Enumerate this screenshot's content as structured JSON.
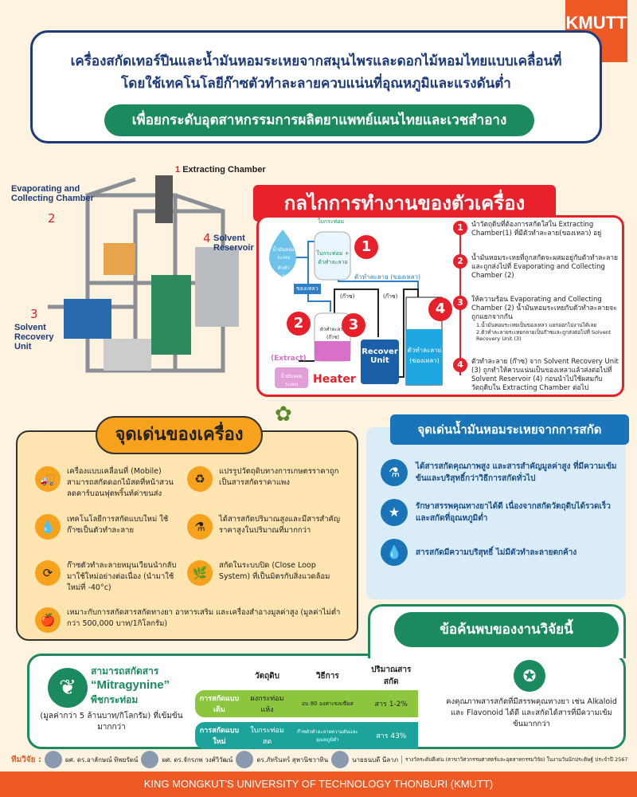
{
  "logo": "KMUTT",
  "title": {
    "line1": "เครื่องสกัดเทอร์ปีนและน้ำมันหอมระเหยจากสมุนไพรและดอกไม้หอมไทยแบบเคลื่อนที่",
    "line2": "โดยใช้เทคโนโลยีก๊าซตัวทำละลายควบแน่นที่อุณหภูมิและแรงดันต่ำ",
    "subtitle": "เพื่อยกระดับอุตสาหกรรมการผลิตยาแพทย์แผนไทยและเวชสำอาง"
  },
  "machine": {
    "labels": [
      {
        "n": "1",
        "text": "Extracting Chamber"
      },
      {
        "n": "2",
        "text": "Evaporating and Collecting Chamber"
      },
      {
        "n": "3",
        "text": "Solvent Recovery Unit"
      },
      {
        "n": "4",
        "text": "Solvent Reservoir"
      }
    ]
  },
  "mechanism": {
    "title": "กลไกการทำงานของตัวเครื่อง",
    "diagram": {
      "leaf": "ใบกระท่อม",
      "chamber1": "ใบกระท่อม + ตัวทำละลาย",
      "drop_top": "น้ำมันหอมระเหย",
      "drop_bottom": "ตัวทำละลาย",
      "liquid": "ของเหลว",
      "solvent_liquid": "ตัวทำละลาย (ของเหลว)",
      "gas": "(ก๊าซ)",
      "chamber2": "ตัวทำละลาย (ก๊าซ)",
      "extract": "(Extract)",
      "extract_sub": "น้ำมันหอมระเหย",
      "heater": "Heater",
      "recover": "Recover Unit",
      "reservoir": "ตัวทำละลาย (ของเหลว)"
    },
    "steps": [
      {
        "n": "1",
        "text": "นำวัตถุดิบที่ต้องการสกัดใส่ใน Extracting Chamber(1) ที่มีตัวทำละลาย(ของเหลว) อยู่"
      },
      {
        "n": "2",
        "text": "น้ำมันหอมระเหยที่ถูกสกัดจะผสมอยู่กับตัวทำละลายและถูกส่งไปที่ Evaporating and Collecting Chamber (2)"
      },
      {
        "n": "3",
        "text": "ให้ความร้อน Evaporating and Collecting Chamber (2) น้ำมันหอมระเหยกับตัวทำละลายจะถูกแยกจากกัน",
        "sub1": "1.น้ำมันหอมระเหยเป็นของเหลว แยกออกไปงานได้เลย",
        "sub2": "2.ตัวทำละลายระเหยกลายเป็นก๊าซและถูกส่งต่อไปที่ Solvent Recovery Unit (3)"
      },
      {
        "n": "4",
        "text": "ตัวทำละลาย (ก๊าซ) จาก Solvent Recovery Unit (3) ถูกทำให้ควบแน่นเป็นของเหลวแล้วส่งต่อไปที่ Solvent Reservoir (4) ก่อนนำไปใช้ผสมกับวัตถุดิบใน Extracting Chamber ต่อไป"
      }
    ]
  },
  "features": {
    "title": "จุดเด่นของเครื่อง",
    "items": [
      {
        "icon": "truck-icon",
        "text": "เครื่องแบบเคลื่อนที่ (Mobile) สามารถสกัดดอกไม้สดที่หน้าสวน ลดคาร์บอนฟุตพริ้นท์ค่าขนส่ง"
      },
      {
        "icon": "recycle-crop-icon",
        "text": "แปรรูปวัตถุดิบทางการเกษตรราคาถูก เป็นสารสกัดราคาแพง"
      },
      {
        "icon": "water-drop-icon",
        "text": "เทคโนโลยีการสกัดแบบใหม่ ใช้ก๊าซเป็นตัวทำละลาย"
      },
      {
        "icon": "flask-icon",
        "text": "ได้สารสกัดปริมาณสูงและมีสารสำคัญ ราคาสูงในปริมาณที่มากกว่า"
      },
      {
        "icon": "cycle-arrows-icon",
        "text": "ก๊าซตัวทำละลายหมุนเวียนนำกลับมาใช้ใหม่อย่างต่อเนื่อง (นำมาใช้ใหม่ที่ -40°c)"
      },
      {
        "icon": "eco-loop-icon",
        "text": "สกัดในระบบปิด (Close Loop System) ที่เป็นมิตรกับสิ่งแวดล้อม"
      },
      {
        "icon": "products-icon",
        "text": "เหมาะกับการสกัดสารสกัดทางยา อาหารเสริม และเครื่องสำอางมูลค่าสูง (มูลค่าไม่ต่ำกว่า 500,000 บาท/1กิโลกรัม)"
      }
    ]
  },
  "oil": {
    "title": "จุดเด่นน้ำมันหอมระเหยจากการสกัด",
    "items": [
      {
        "text": "ได้สารสกัดคุณภาพสูง และสารสำคัญมูลค่าสูง ที่มีความเข้มข้นและบริสุทธิ์กว่าวิธีการสกัดทั่วไป"
      },
      {
        "text": "รักษาสรรพคุณทางยาได้ดี เนื่องจากสกัดวัตถุดิบได้รวดเร็ว และสกัดที่อุณหภูมิต่ำ"
      },
      {
        "text": "สารสกัดมีความบริสุทธิ์ ไม่มีตัวทำละลายตกค้าง"
      }
    ]
  },
  "findings": {
    "title": "ข้อค้นพบของงานวิจัยนี้",
    "line1": "สามารถสกัดสาร",
    "compound": "“Mitragynine”",
    "plant": "พืชกระท่อม",
    "value": "(มูลค่ากว่า 5 ล้านบาท/กิโลกรัม) ที่เข้มข้นมากกว่า",
    "table": {
      "headers": [
        "วัตถุดิบ",
        "วิธีการ",
        "ปริมาณสารสกัด"
      ],
      "rows": [
        {
          "label": "การสกัดแบบเดิม",
          "cells": [
            "ผงกระท่อมแห้ง",
            "อบ 80 องศาเซลเซียส",
            "สาร 1-2%"
          ],
          "color": "#8cc63f"
        },
        {
          "label": "การสกัดแบบใหม่",
          "cells": [
            "ใบกระท่อมสด",
            "ก๊าซตัวทำละลายความดันและอุณหภูมิต่ำ",
            "สาร 43%"
          ],
          "color": "#1ba39c"
        }
      ]
    },
    "summary": "คงคุณภาพสารสกัดที่มีสรรพคุณทางยา เช่น Alkaloid และ Flavonoid ได้ดี และสกัดได้สารที่มีความเข้มข้นมากกว่า"
  },
  "team": {
    "label": "ทีมวิจัย :",
    "members": [
      "ผศ. ดร.อาลักษณ์ ทิพยรัตน์",
      "ผศ. ดร.จักรภพ วงศ์วิวัฒน์",
      "ดร.ภัทรินทร์ สุพานิชวาทิน",
      "นายธนบดี นีลาภ"
    ],
    "award": "รางวัลระดับดีเด่น (สาขาวิศวกรรมศาสตร์และอุตสาหกรรมวิจัย) ในงานวันนักประดิษฐ์ ประจำปี 2567"
  },
  "footer": "KING MONGKUT'S UNIVERSITY OF TECHNOLOGY THONBURI (KMUTT)"
}
